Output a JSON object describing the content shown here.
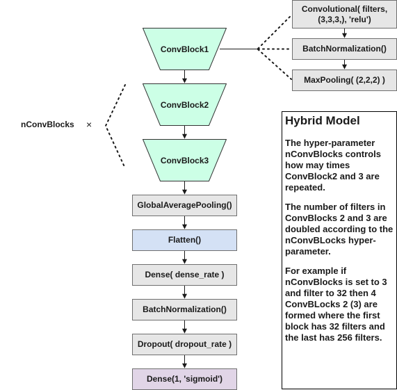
{
  "diagram": {
    "conv_blocks": [
      "ConvBlock1",
      "ConvBlock2",
      "ConvBlock3"
    ],
    "block1_detail": [
      "Convolutional( filters, (3,3,3,), 'relu')",
      "BatchNormalization()",
      "MaxPooling( (2,2,2) )"
    ],
    "repeat_label": "nConvBlocks",
    "repeat_symbol": "×",
    "head_layers": [
      "GlobalAveragePooling()",
      "Flatten()",
      "Dense( dense_rate )",
      "BatchNormalization()",
      "Dropout( dropout_rate )",
      "Dense(1, 'sigmoid')"
    ]
  },
  "info_panel": {
    "title": "Hybrid Model",
    "paragraphs": [
      "The hyper-parameter nConvBlocks controls how may times ConvBlock2 and 3 are repeated.",
      "The number of filters in ConvBlocks 2 and 3 are doubled according to the nConvBLocks hyper-parameter.",
      "For example if nConvBlocks is set to 3 and filter to 32 then 4 ConvBLocks 2 (3) are formed where the first block has 32 filters and the last has 256 filters."
    ]
  },
  "colors": {
    "conv_block_fill": "#ccffe6",
    "layer_fill": "#e6e6e6",
    "flatten_fill": "#d4e1f5",
    "output_fill": "#e1d5e7",
    "stroke": "#333333"
  }
}
